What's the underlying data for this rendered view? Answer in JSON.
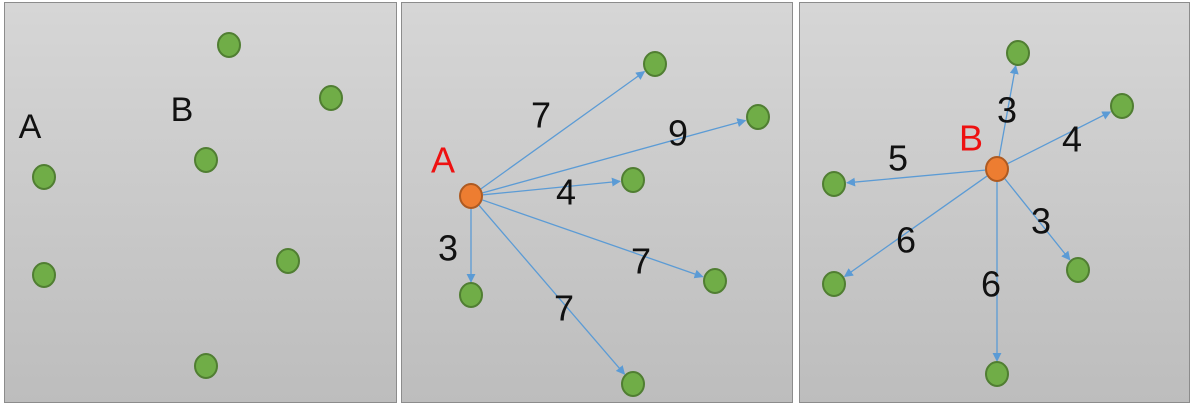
{
  "colors": {
    "node_fill": "#70ad47",
    "node_stroke": "#507e32",
    "source_fill": "#ed7d31",
    "source_stroke": "#ae5a21",
    "edge": "#5b9bd5",
    "panel_top": "#d6d6d6",
    "panel_bottom": "#bdbdbd",
    "panel_border": "#8c8c8c",
    "label_black": "#111111",
    "label_red": "#ee1111"
  },
  "panels": [
    {
      "name": "panel-1",
      "labels": [
        {
          "name": "node-label-a",
          "text": "A",
          "color": "label_black"
        },
        {
          "name": "node-label-b",
          "text": "B",
          "color": "label_black"
        }
      ],
      "nodes": [
        "node",
        "node",
        "node",
        "node",
        "node",
        "node",
        "node"
      ]
    },
    {
      "name": "panel-2",
      "source_label": {
        "name": "source-label-a",
        "text": "A",
        "color": "label_red"
      },
      "edges": [
        {
          "weight": "7"
        },
        {
          "weight": "9"
        },
        {
          "weight": "4"
        },
        {
          "weight": "7"
        },
        {
          "weight": "7"
        },
        {
          "weight": "3"
        }
      ]
    },
    {
      "name": "panel-3",
      "source_label": {
        "name": "source-label-b",
        "text": "B",
        "color": "label_red"
      },
      "edges": [
        {
          "weight": "3"
        },
        {
          "weight": "4"
        },
        {
          "weight": "5"
        },
        {
          "weight": "6"
        },
        {
          "weight": "3"
        },
        {
          "weight": "6"
        }
      ]
    }
  ]
}
